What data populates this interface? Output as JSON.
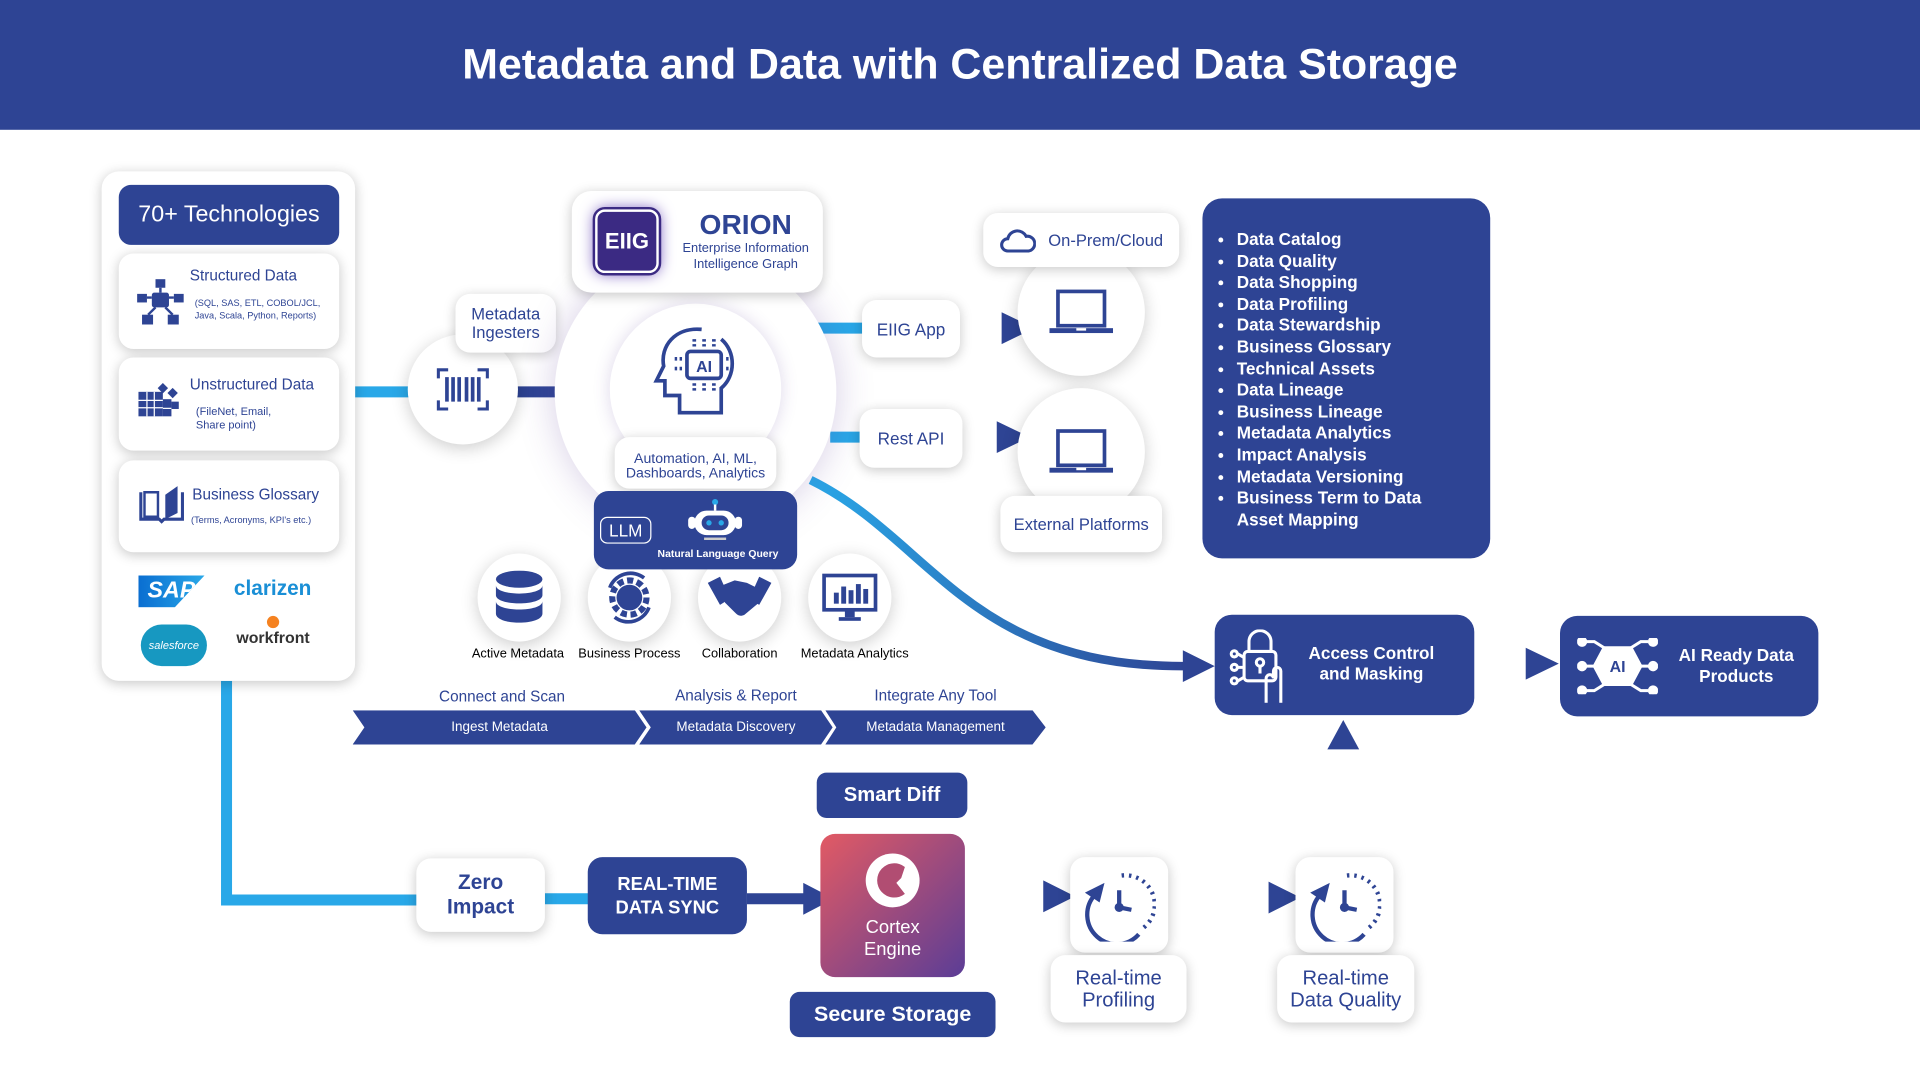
{
  "title": "Metadata and Data with Centralized Data Storage",
  "colors": {
    "primary": "#2e4494",
    "accent": "#29a8e8",
    "cortex_start": "#e25a64",
    "cortex_end": "#5b3d96"
  },
  "left_panel": {
    "header": "70+ Technologies",
    "cards": [
      {
        "title": "Structured Data",
        "detail": "(SQL, SAS, ETL, COBOL/JCL, Java, Scala, Python, Reports)",
        "icon": "hierarchy-icon"
      },
      {
        "title": "Unstructured Data",
        "detail": "(FileNet, Email, Share point)",
        "icon": "blocks-icon"
      },
      {
        "title": "Business Glossary",
        "detail": "(Terms, Acronyms, KPI's etc.)",
        "icon": "book-icon"
      }
    ],
    "logos": [
      "SAP",
      "clarizen",
      "salesforce",
      "workfront"
    ]
  },
  "ingesters": {
    "label": "Metadata Ingesters",
    "icon": "barcode-icon"
  },
  "orion": {
    "badge": "EIIG",
    "name": "ORION",
    "subtitle": "Enterprise Information Intelligence Graph"
  },
  "core": {
    "icon": "ai-head-icon",
    "label": "Automation, AI, ML, Dashboards, Analytics"
  },
  "llm": {
    "badge": "LLM",
    "label": "Natural Language Query",
    "icon": "robot-icon"
  },
  "features": [
    {
      "label": "Active Metadata",
      "icon": "database-icon"
    },
    {
      "label": "Business Process",
      "icon": "gear-cycle-icon"
    },
    {
      "label": "Collaboration",
      "icon": "handshake-icon"
    },
    {
      "label": "Metadata Analytics",
      "icon": "monitor-chart-icon"
    }
  ],
  "stages": [
    {
      "caption": "Connect and Scan",
      "label": "Ingest Metadata"
    },
    {
      "caption": "Analysis & Report",
      "label": "Metadata Discovery"
    },
    {
      "caption": "Integrate Any Tool",
      "label": "Metadata Management"
    }
  ],
  "outputs": {
    "eiig_app": "EIIG App",
    "rest_api": "Rest API",
    "cloud": "On-Prem/Cloud",
    "external": "External Platforms"
  },
  "capabilities": [
    "Data Catalog",
    "Data Quality",
    "Data Shopping",
    "Data Profiling",
    "Data Stewardship",
    "Business Glossary",
    "Technical Assets",
    "Data Lineage",
    "Business Lineage",
    "Metadata Analytics",
    "Impact Analysis",
    "Metadata Versioning",
    "Business Term to Data Asset Mapping"
  ],
  "access": {
    "label": "Access Control and Masking"
  },
  "ai_ready": {
    "label": "AI Ready Data Products",
    "badge": "AI"
  },
  "bottom": {
    "zero": "Zero Impact",
    "sync": "REAL-TIME DATA SYNC",
    "smart_diff": "Smart Diff",
    "cortex": "Cortex Engine",
    "secure": "Secure Storage",
    "profiling": "Real-time Profiling",
    "quality": "Real-time Data Quality"
  }
}
